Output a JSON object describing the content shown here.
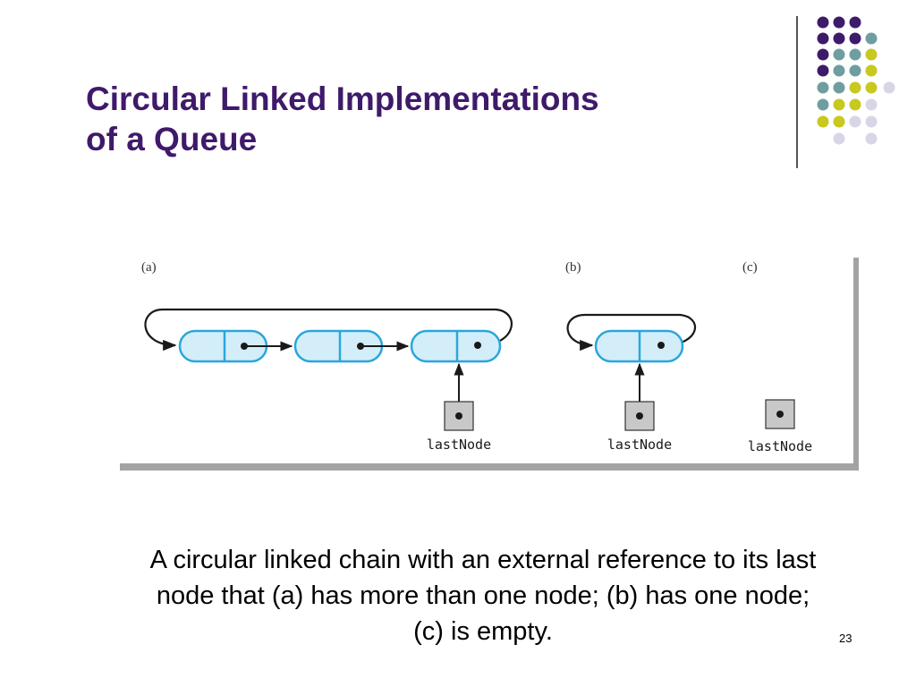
{
  "slide": {
    "title_line1": "Circular Linked Implementations",
    "title_line2": "of a Queue",
    "caption_line1": "A circular linked chain with an external reference to its last",
    "caption_line2": "node that (a) has more than one node; (b) has one node;",
    "caption_line3": "(c) is empty.",
    "page_number": "23"
  },
  "figure": {
    "panels": [
      {
        "label": "(a)",
        "node_count": 3,
        "reference_label": "lastNode"
      },
      {
        "label": "(b)",
        "node_count": 1,
        "reference_label": "lastNode"
      },
      {
        "label": "(c)",
        "node_count": 0,
        "reference_label": "lastNode"
      }
    ]
  },
  "colors": {
    "title": "#3f1a6b",
    "node_fill": "#d4eef9",
    "node_stroke": "#2aa6dc",
    "reference_box": "#c8c8c8",
    "frame_shadow": "#a3a3a3",
    "dot_purple": "#3f1a6b",
    "dot_teal": "#6e9ea0",
    "dot_yellow": "#c8c81e",
    "dot_lavender": "#d6d6e6"
  }
}
